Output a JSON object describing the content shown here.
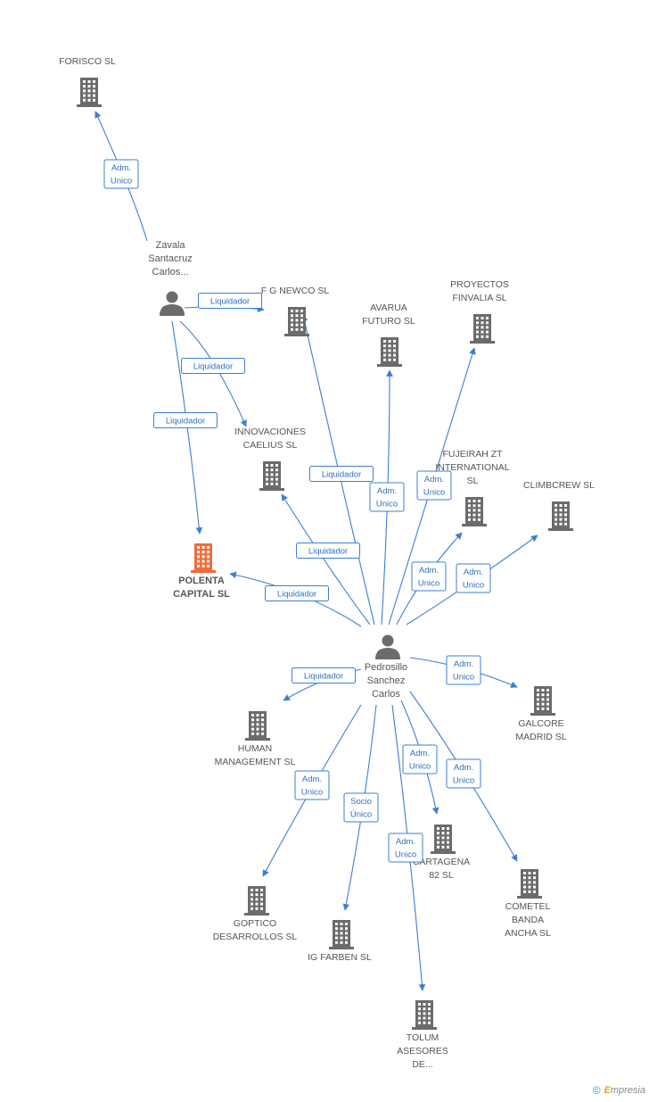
{
  "nodes": [
    {
      "id": "forisco",
      "type": "company",
      "lines": [
        "FORISCO SL"
      ]
    },
    {
      "id": "zavala",
      "type": "person",
      "lines": [
        "Zavala",
        "Santacruz",
        "Carlos..."
      ]
    },
    {
      "id": "fgnewco",
      "type": "company",
      "lines": [
        "F G NEWCO SL"
      ]
    },
    {
      "id": "avarua",
      "type": "company",
      "lines": [
        "AVARUA",
        "FUTURO SL"
      ]
    },
    {
      "id": "proyectos",
      "type": "company",
      "lines": [
        "PROYECTOS",
        "FINVALIA  SL"
      ]
    },
    {
      "id": "innovaciones",
      "type": "company",
      "lines": [
        "INNOVACIONES",
        "CAELIUS SL"
      ]
    },
    {
      "id": "fujeirah",
      "type": "company",
      "lines": [
        "FUJEIRAH ZT",
        "INTERNATIONAL",
        "SL"
      ]
    },
    {
      "id": "climbcrew",
      "type": "company",
      "lines": [
        "CLIMBCREW  SL"
      ]
    },
    {
      "id": "polenta",
      "type": "company",
      "highlight": true,
      "lines": [
        "POLENTA",
        "CAPITAL SL"
      ]
    },
    {
      "id": "pedrosillo",
      "type": "person",
      "lines": [
        "Pedrosillo",
        "Sanchez",
        "Carlos"
      ]
    },
    {
      "id": "human",
      "type": "company",
      "lines": [
        "HUMAN",
        "MANAGEMENT SL"
      ]
    },
    {
      "id": "galcore",
      "type": "company",
      "lines": [
        "GALCORE",
        "MADRID SL"
      ]
    },
    {
      "id": "cartagena",
      "type": "company",
      "lines": [
        "CARTAGENA",
        "82 SL"
      ]
    },
    {
      "id": "cometel",
      "type": "company",
      "lines": [
        "COMETEL",
        "BANDA",
        "ANCHA  SL"
      ]
    },
    {
      "id": "goptico",
      "type": "company",
      "lines": [
        "GOPTICO",
        "DESARROLLOS SL"
      ]
    },
    {
      "id": "igfarben",
      "type": "company",
      "lines": [
        "IG FARBEN SL"
      ]
    },
    {
      "id": "tolum",
      "type": "company",
      "lines": [
        "TOLUM",
        "ASESORES",
        "DE..."
      ]
    }
  ],
  "edges": [
    {
      "from": "zavala",
      "to": "forisco",
      "label": [
        "Adm.",
        "Unico"
      ]
    },
    {
      "from": "zavala",
      "to": "fgnewco",
      "label": [
        "Liquidador"
      ]
    },
    {
      "from": "zavala",
      "to": "innovaciones",
      "label": [
        "Liquidador"
      ]
    },
    {
      "from": "zavala",
      "to": "polenta",
      "label": [
        "Liquidador"
      ]
    },
    {
      "from": "pedrosillo",
      "to": "fgnewco",
      "label": [
        "Liquidador"
      ]
    },
    {
      "from": "pedrosillo",
      "to": "avarua",
      "label": [
        "Adm.",
        "Unico"
      ]
    },
    {
      "from": "pedrosillo",
      "to": "proyectos",
      "label": [
        "Adm.",
        "Unico"
      ]
    },
    {
      "from": "pedrosillo",
      "to": "innovaciones",
      "label": [
        "Liquidador"
      ]
    },
    {
      "from": "pedrosillo",
      "to": "fujeirah",
      "label": [
        "Adm.",
        "Unico"
      ]
    },
    {
      "from": "pedrosillo",
      "to": "climbcrew",
      "label": [
        "Adm.",
        "Unico"
      ]
    },
    {
      "from": "pedrosillo",
      "to": "polenta",
      "label": [
        "Liquidador"
      ]
    },
    {
      "from": "pedrosillo",
      "to": "human",
      "label": [
        "Liquidador"
      ]
    },
    {
      "from": "pedrosillo",
      "to": "galcore",
      "label": [
        "Adm.",
        "Unico"
      ]
    },
    {
      "from": "pedrosillo",
      "to": "cartagena",
      "label": [
        "Adm.",
        "Unico"
      ]
    },
    {
      "from": "pedrosillo",
      "to": "cometel",
      "label": [
        "Adm.",
        "Unico"
      ]
    },
    {
      "from": "pedrosillo",
      "to": "goptico",
      "label": [
        "Adm.",
        "Unico"
      ]
    },
    {
      "from": "pedrosillo",
      "to": "igfarben",
      "label": [
        "Socio",
        "Único"
      ]
    },
    {
      "from": "pedrosillo",
      "to": "tolum",
      "label": [
        "Adm.",
        "Unico"
      ]
    }
  ],
  "colors": {
    "edge": "#3b7fd6",
    "company": "#6b6b6b",
    "highlight": "#f26b3a",
    "person": "#6b6b6b"
  },
  "footer": {
    "copyright": "©",
    "brand_initial": "E",
    "brand_rest": "mpresia"
  }
}
